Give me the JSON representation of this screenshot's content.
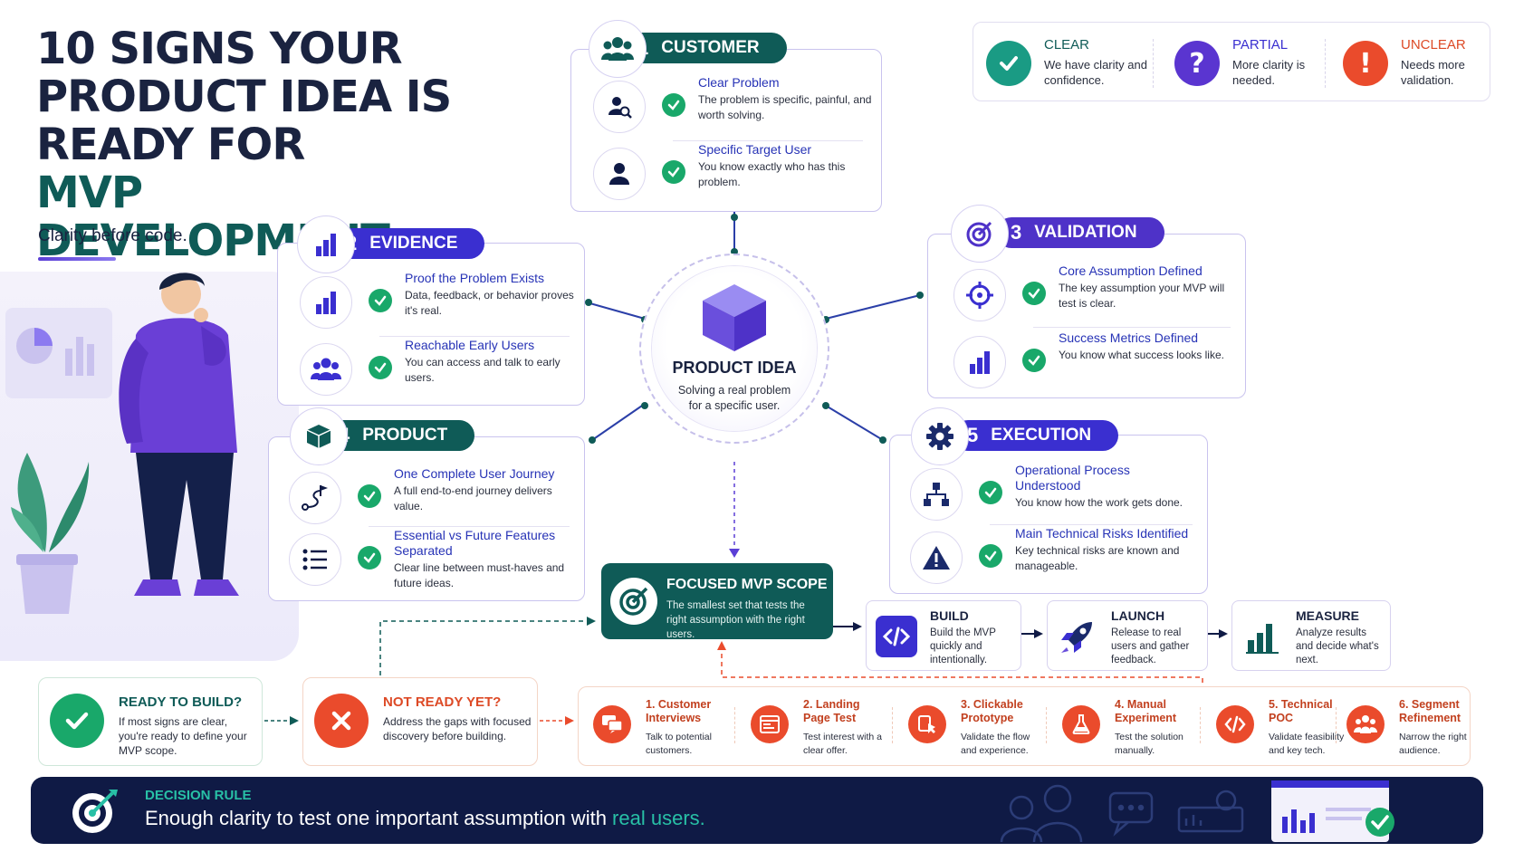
{
  "title": {
    "line1": "10 SIGNS YOUR",
    "line2": "PRODUCT IDEA IS",
    "line3": "READY FOR",
    "line4": "MVP DEVELOPMENT"
  },
  "subtitle": "Clarity before code.",
  "legend": [
    {
      "label": "CLEAR",
      "desc": "We have clarity and confidence.",
      "color": "#1a9b84",
      "icon": "check-icon"
    },
    {
      "label": "PARTIAL",
      "desc": "More clarity is needed.",
      "color": "#5a35d0",
      "icon": "question-icon"
    },
    {
      "label": "UNCLEAR",
      "desc": "Needs more validation.",
      "color": "#ea4b2c",
      "icon": "exclamation-icon"
    }
  ],
  "hub": {
    "title": "PRODUCT IDEA",
    "subtitle": "Solving a real problem for a specific user."
  },
  "sections": {
    "customer": {
      "num": "1",
      "title": "CUSTOMER",
      "items": [
        {
          "title": "Clear Problem",
          "desc": "The problem is specific, painful, and worth solving."
        },
        {
          "title": "Specific Target User",
          "desc": "You know exactly who has this problem."
        }
      ]
    },
    "evidence": {
      "num": "2",
      "title": "EVIDENCE",
      "items": [
        {
          "title": "Proof the Problem Exists",
          "desc": "Data, feedback, or behavior proves it's real."
        },
        {
          "title": "Reachable Early Users",
          "desc": "You can access and talk to early users."
        }
      ]
    },
    "validation": {
      "num": "3",
      "title": "VALIDATION",
      "items": [
        {
          "title": "Core Assumption Defined",
          "desc": "The key assumption your MVP will test is clear."
        },
        {
          "title": "Success Metrics Defined",
          "desc": "You know what success looks like."
        }
      ]
    },
    "product": {
      "num": "4",
      "title": "PRODUCT",
      "items": [
        {
          "title": "One Complete User Journey",
          "desc": "A full end-to-end journey delivers value."
        },
        {
          "title": "Essential vs Future Features Separated",
          "desc": "Clear line between must-haves and future ideas."
        }
      ]
    },
    "execution": {
      "num": "5",
      "title": "EXECUTION",
      "items": [
        {
          "title": "Operational Process Understood",
          "desc": "You know how the work gets done."
        },
        {
          "title": "Main Technical Risks Identified",
          "desc": "Key technical risks are known and manageable."
        }
      ]
    }
  },
  "focus": {
    "title": "FOCUSED MVP SCOPE",
    "desc": "The smallest set that tests the right assumption with the right users."
  },
  "steps": [
    {
      "title": "BUILD",
      "desc": "Build the MVP quickly and intentionally."
    },
    {
      "title": "LAUNCH",
      "desc": "Release to real users and gather feedback."
    },
    {
      "title": "MEASURE",
      "desc": "Analyze results and decide what's next."
    }
  ],
  "ready": {
    "title": "READY TO BUILD?",
    "desc": "If most signs are clear, you're ready to define your MVP scope."
  },
  "not_ready": {
    "title": "NOT READY YET?",
    "desc": "Address the gaps with focused discovery before building."
  },
  "discovery": [
    {
      "title": "1. Customer Interviews",
      "desc": "Talk to potential customers.",
      "icon": "chat-icon"
    },
    {
      "title": "2. Landing Page Test",
      "desc": "Test interest with a clear offer.",
      "icon": "landing-page-icon"
    },
    {
      "title": "3. Clickable Prototype",
      "desc": "Validate the flow and experience.",
      "icon": "prototype-icon"
    },
    {
      "title": "4. Manual Experiment",
      "desc": "Test the solution manually.",
      "icon": "flask-icon"
    },
    {
      "title": "5. Technical POC",
      "desc": "Validate feasibility and key tech.",
      "icon": "code-icon"
    },
    {
      "title": "6. Segment Refinement",
      "desc": "Narrow the right audience.",
      "icon": "audience-icon"
    }
  ],
  "decision": {
    "label": "DECISION RULE",
    "text_main": "Enough clarity to test one important assumption with ",
    "text_highlight": "real users."
  },
  "colors": {
    "teal": "#0f5b57",
    "indigo": "#3a2fd0",
    "green": "#19a86a",
    "orange": "#ea4b2c",
    "navy": "#0f1a45"
  }
}
